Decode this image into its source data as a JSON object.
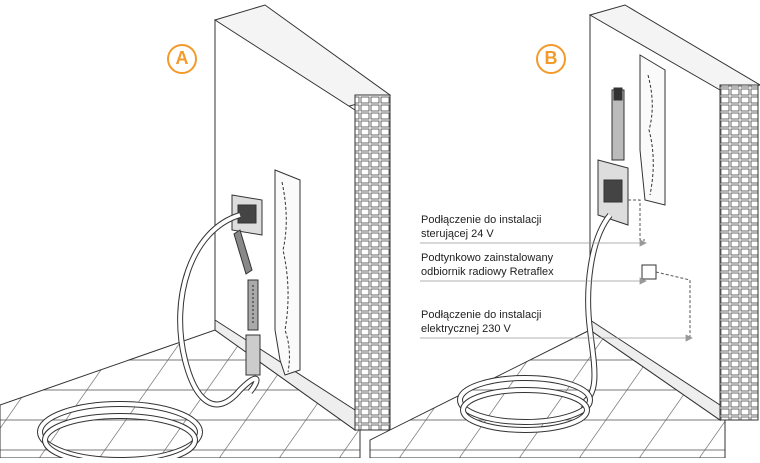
{
  "panels": [
    {
      "badge": "A"
    },
    {
      "badge": "B"
    }
  ],
  "labels": {
    "control_24v": {
      "line1": "Podłączenie do instalacji",
      "line2": "sterującej 24 V"
    },
    "receiver": {
      "line1": "Podtynkowo zainstalowany",
      "line2": "odbiornik radiowy Retraflex"
    },
    "power_230v": {
      "line1": "Podłączenie do instalacji",
      "line2": "elektrycznej 230 V"
    }
  },
  "colors": {
    "accent": "#f39a2b",
    "line": "#333333",
    "guide": "#999999"
  }
}
